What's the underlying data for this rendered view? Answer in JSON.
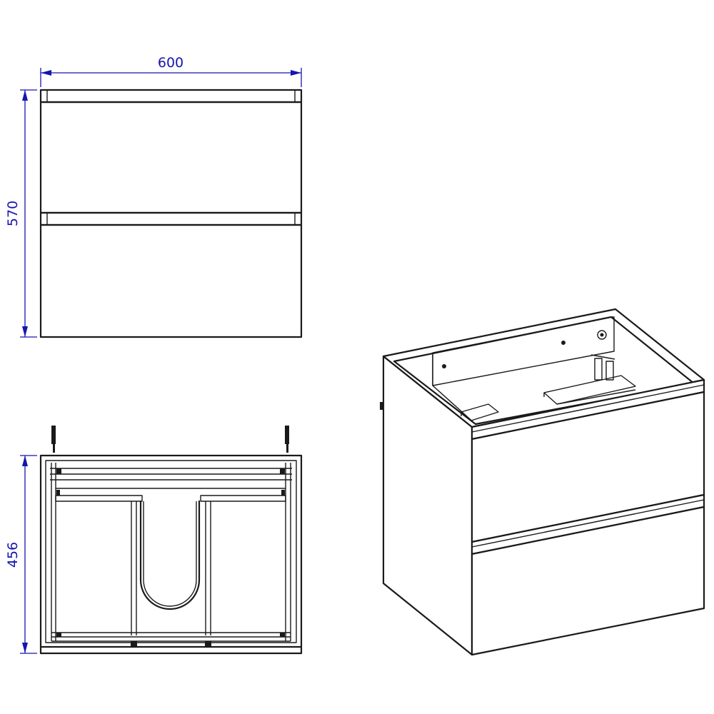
{
  "colors": {
    "dimension": "#1515b0",
    "outline": "#1a1a1a",
    "background": "#ffffff"
  },
  "dimensions": {
    "width": "600",
    "height": "570",
    "depth": "456"
  }
}
